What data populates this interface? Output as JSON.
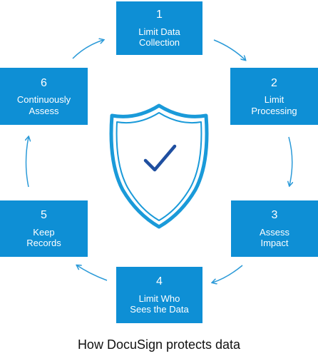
{
  "steps": [
    {
      "num": "1",
      "label": "Limit Data\nCollection"
    },
    {
      "num": "2",
      "label": "Limit\nProcessing"
    },
    {
      "num": "3",
      "label": "Assess\nImpact"
    },
    {
      "num": "4",
      "label": "Limit  Who\nSees the Data"
    },
    {
      "num": "5",
      "label": "Keep\nRecords"
    },
    {
      "num": "6",
      "label": "Continuously\nAssess"
    }
  ],
  "caption": "How DocuSign protects data",
  "colors": {
    "box": "#0e8fd5",
    "arrow": "#2b9ad8",
    "check": "#1f4fa0"
  }
}
